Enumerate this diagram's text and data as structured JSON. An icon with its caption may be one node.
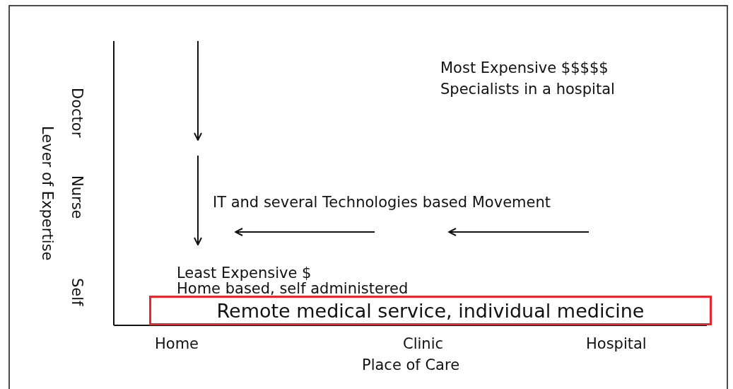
{
  "diagram": {
    "nodes": [
      {
        "text": [
          "Remote medical service, individual medicine"
        ]
      }
    ],
    "edges": [],
    "labels": [
      "Most Expensive $$$$$",
      "Specialists in a hospital",
      "Doctor",
      "Lever of Expertise",
      "IT and several Technologies based Movement",
      "Nurse",
      "Least Expensive $",
      "Home based, self administered",
      "Self",
      "Home",
      "Clinic",
      "Hospital",
      "Place of Care"
    ]
  }
}
